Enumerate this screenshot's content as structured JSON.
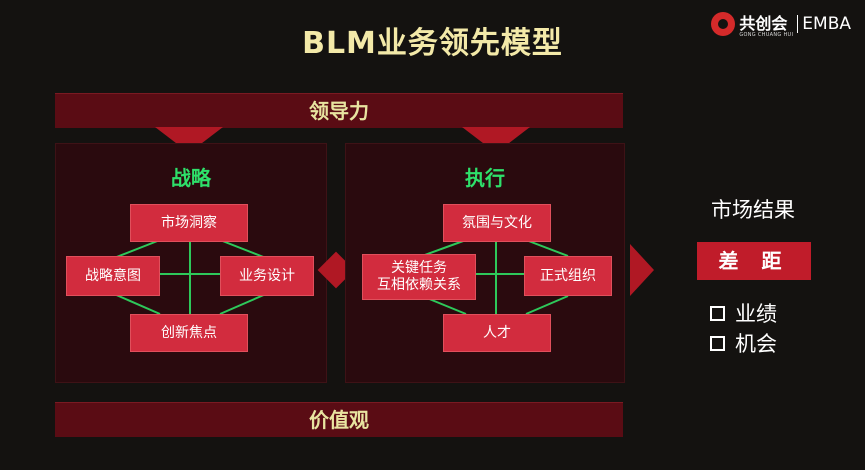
{
  "title": "BLM业务领先模型",
  "logo": {
    "name": "共创会",
    "sub": "GONG CHUANG HUI",
    "brand": "EMBA"
  },
  "leadership": "领导力",
  "values": "价值观",
  "strategy": {
    "title": "战略",
    "top": "市场洞察",
    "left": "战略意图",
    "right": "业务设计",
    "bottom": "创新焦点"
  },
  "execution": {
    "title": "执行",
    "top": "氛围与文化",
    "left_line1": "关键任务",
    "left_line2": "互相依赖关系",
    "right": "正式组织",
    "bottom": "人才"
  },
  "result": {
    "title": "市场结果",
    "gap": "差 距",
    "items": [
      "业绩",
      "机会"
    ]
  },
  "colors": {
    "background": "#141210",
    "band": "#5a0c14",
    "box": "#d22c3e",
    "accent_green": "#2ee06a",
    "title": "#f3e9a8"
  }
}
